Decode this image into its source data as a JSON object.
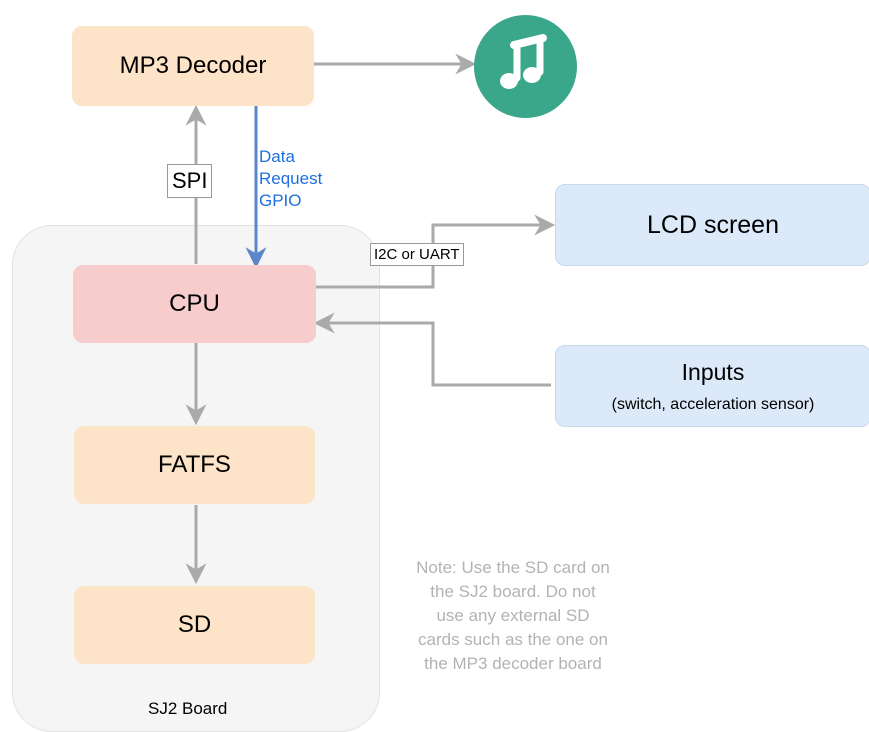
{
  "board": {
    "label": "SJ2 Board"
  },
  "nodes": {
    "mp3_decoder": "MP3 Decoder",
    "cpu": "CPU",
    "fatfs": "FATFS",
    "sd": "SD",
    "lcd": "LCD screen",
    "inputs_title": "Inputs",
    "inputs_sub": "(switch, acceleration sensor)"
  },
  "edges": {
    "spi": "SPI",
    "data_request_line1": "Data",
    "data_request_line2": "Request",
    "data_request_line3": "GPIO",
    "i2c_uart": "I2C or UART"
  },
  "note": {
    "line1": "Note: Use the SD card on",
    "line2": "the SJ2 board. Do not",
    "line3": "use any external SD",
    "line4": "cards such as the one on",
    "line5": "the MP3 decoder board"
  },
  "icons": {
    "music": "music-note-icon"
  },
  "colors": {
    "peach": "#fde3c7",
    "pink": "#f6cccd",
    "blue": "#dce9f8",
    "music_circle": "#3aa68a",
    "data_line": "#5b86c9",
    "arrow_gray": "#aaaaaa"
  }
}
